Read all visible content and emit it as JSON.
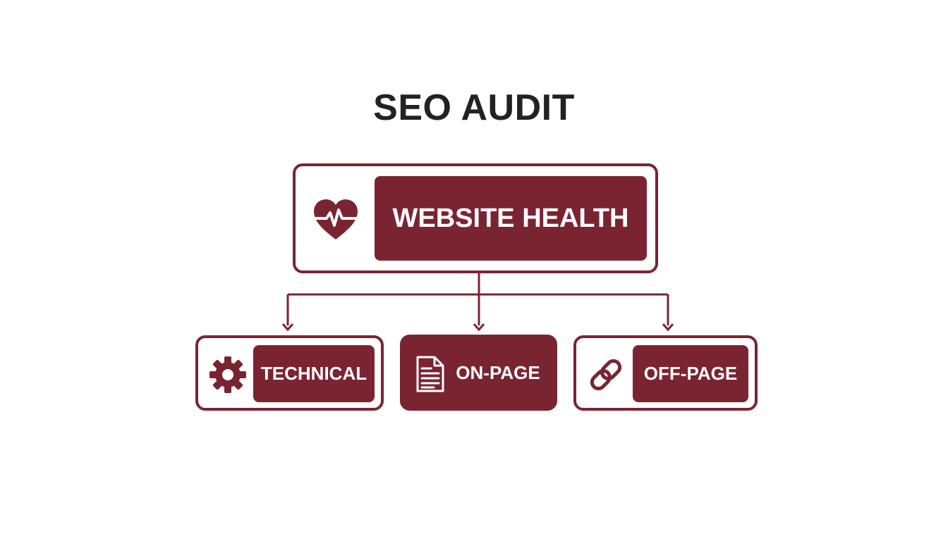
{
  "title": "SEO AUDIT",
  "colors": {
    "accent": "#7a2432",
    "title_text": "#222222",
    "panel_text": "#ffffff",
    "background": "#ffffff"
  },
  "root": {
    "label": "WEBSITE HEALTH",
    "icon": "heart-pulse-icon"
  },
  "children": [
    {
      "label": "TECHNICAL",
      "icon": "gear-icon"
    },
    {
      "label": "ON-PAGE",
      "icon": "document-icon"
    },
    {
      "label": "OFF-PAGE",
      "icon": "link-icon"
    }
  ]
}
